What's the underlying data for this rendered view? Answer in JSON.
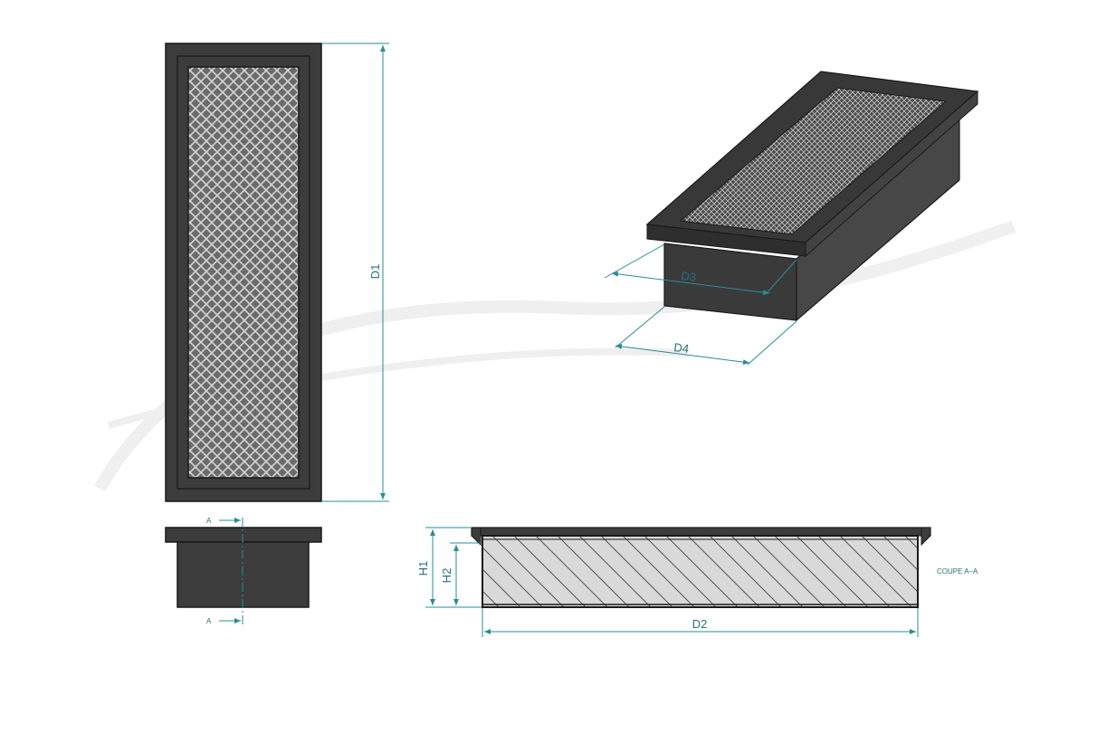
{
  "labels": {
    "d1": "D1",
    "d2": "D2",
    "d3": "D3",
    "d4": "D4",
    "h1": "H1",
    "h2": "H2",
    "section_a_top": "A",
    "section_a_bottom": "A",
    "section_caption": "COUPE A–A"
  },
  "colors": {
    "frame": "#3c3c3c",
    "frame_edge": "#1a1a1a",
    "mesh_bg": "#6b6b6b",
    "mesh_line": "#d8d8d8",
    "dimension": "#2a8c96",
    "section_fill": "#d9d9d9"
  }
}
